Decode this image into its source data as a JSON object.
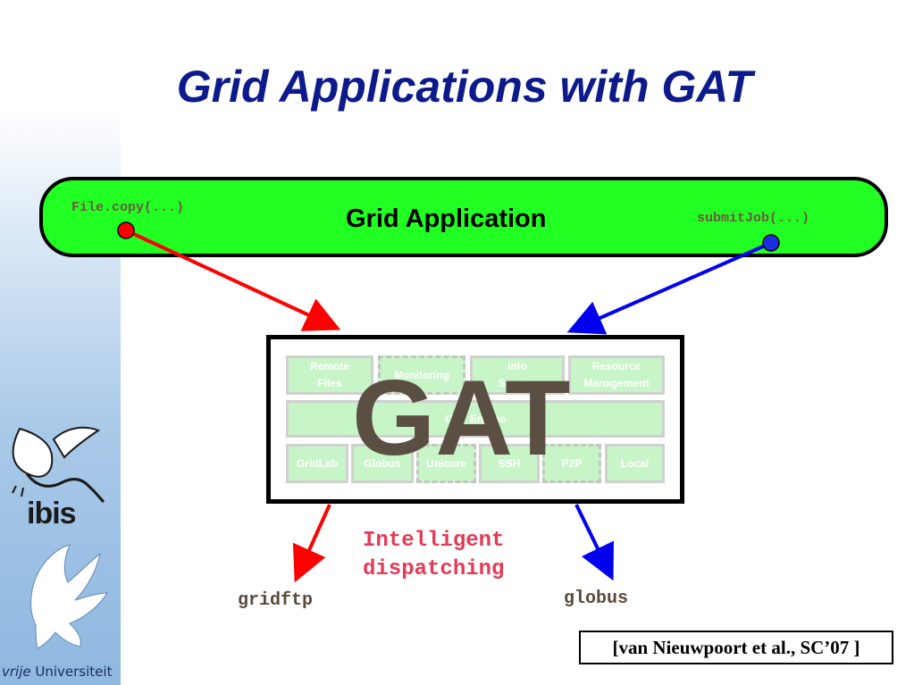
{
  "title": "Grid Applications with GAT",
  "app": {
    "label": "Grid Application",
    "left_call": "File.copy(...)",
    "right_call": "submitJob(...)"
  },
  "gat": {
    "big_label": "GAT",
    "modules_row1": [
      "Remote\nFiles",
      "Monitoring",
      "Info\nService",
      "Resource\nManagement"
    ],
    "engine": "GAT Engine",
    "adaptors": [
      "GridLab",
      "Globus",
      "Unicore",
      "SSH",
      "P2P",
      "Local"
    ]
  },
  "dispatch": {
    "line1": "Intelligent",
    "line2": "dispatching"
  },
  "backends": {
    "left": "gridftp",
    "right": "globus"
  },
  "citation": "[van Nieuwpoort et al., SC’07 ]",
  "logos": {
    "ibis": "ibis",
    "vu_italic": "vrije",
    "vu_rest": " Universiteit"
  },
  "colors": {
    "title": "#0d1a8c",
    "app_bar": "#22ff22",
    "red_arrow": "#ff0000",
    "blue_arrow": "#0000ee",
    "dispatch_text": "#e33a55"
  }
}
